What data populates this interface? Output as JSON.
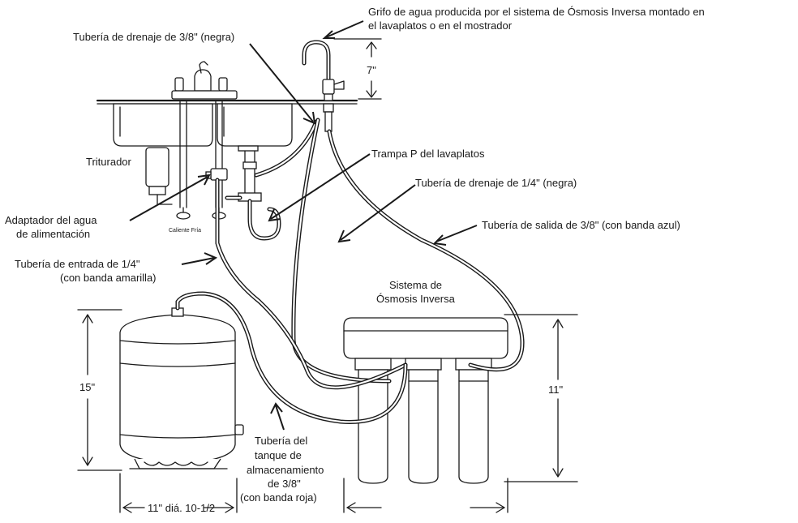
{
  "labels": {
    "faucet": [
      "Grifo de agua producida por el sistema de Ósmosis Inversa montado en",
      "el lavaplatos o en el mostrador"
    ],
    "drain_38": "Tubería de drenaje de 3/8\" (negra)",
    "p_trap": "Trampa P del lavaplatos",
    "drain_14": "Tubería de drenaje de 1/4\" (negra)",
    "outlet_38": "Tubería de salida de 3/8\" (con banda azul)",
    "disposer": "Triturador",
    "feed_adapter": [
      "Adaptador del agua",
      "de alimentación"
    ],
    "cold_water": "Caliente  Fría",
    "inlet_14": [
      "Tubería de entrada de 1/4\"",
      "(con banda amarilla)"
    ],
    "ro_system": [
      "Sistema de",
      "Ósmosis Inversa"
    ],
    "tank_tube": [
      "Tubería del",
      "tanque de",
      "almacenamiento",
      "de 3/8\"",
      "(con banda roja)"
    ]
  },
  "dimensions": {
    "faucet_height": "7\"",
    "tank_height": "15\"",
    "tank_width": "11\" diá. 10-1/2",
    "system_height": "11\""
  },
  "colors": {
    "line": "#1a1a1a",
    "background": "#ffffff"
  }
}
